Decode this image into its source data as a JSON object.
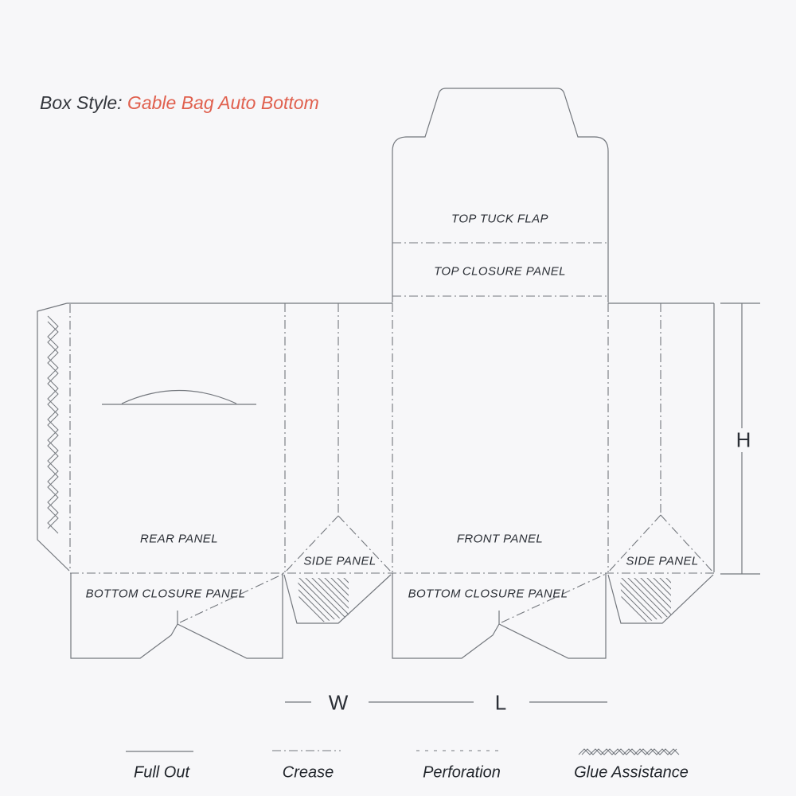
{
  "title": {
    "prefix": "Box Style: ",
    "box_style": "Gable Bag Auto Bottom"
  },
  "panel_labels": {
    "top_tuck_flap": "TOP TUCK FLAP",
    "top_closure_panel": "TOP CLOSURE PANEL",
    "rear_panel": "REAR PANEL",
    "side_panel_left": "SIDE PANEL",
    "front_panel": "FRONT PANEL",
    "side_panel_right": "SIDE PANEL",
    "bottom_closure_panel_left": "BOTTOM CLOSURE PANEL",
    "bottom_closure_panel_right": "BOTTOM CLOSURE PANEL"
  },
  "dimension_labels": {
    "width": "W",
    "length": "L",
    "height": "H"
  },
  "legend": {
    "full_out": "Full Out",
    "crease": "Crease",
    "perforation": "Perforation",
    "glue_assistance": "Glue Assistance"
  },
  "colors": {
    "background": "#F7F7F9",
    "line": "#73777D",
    "text": "#2B2F36",
    "accent": "#E0604E"
  }
}
